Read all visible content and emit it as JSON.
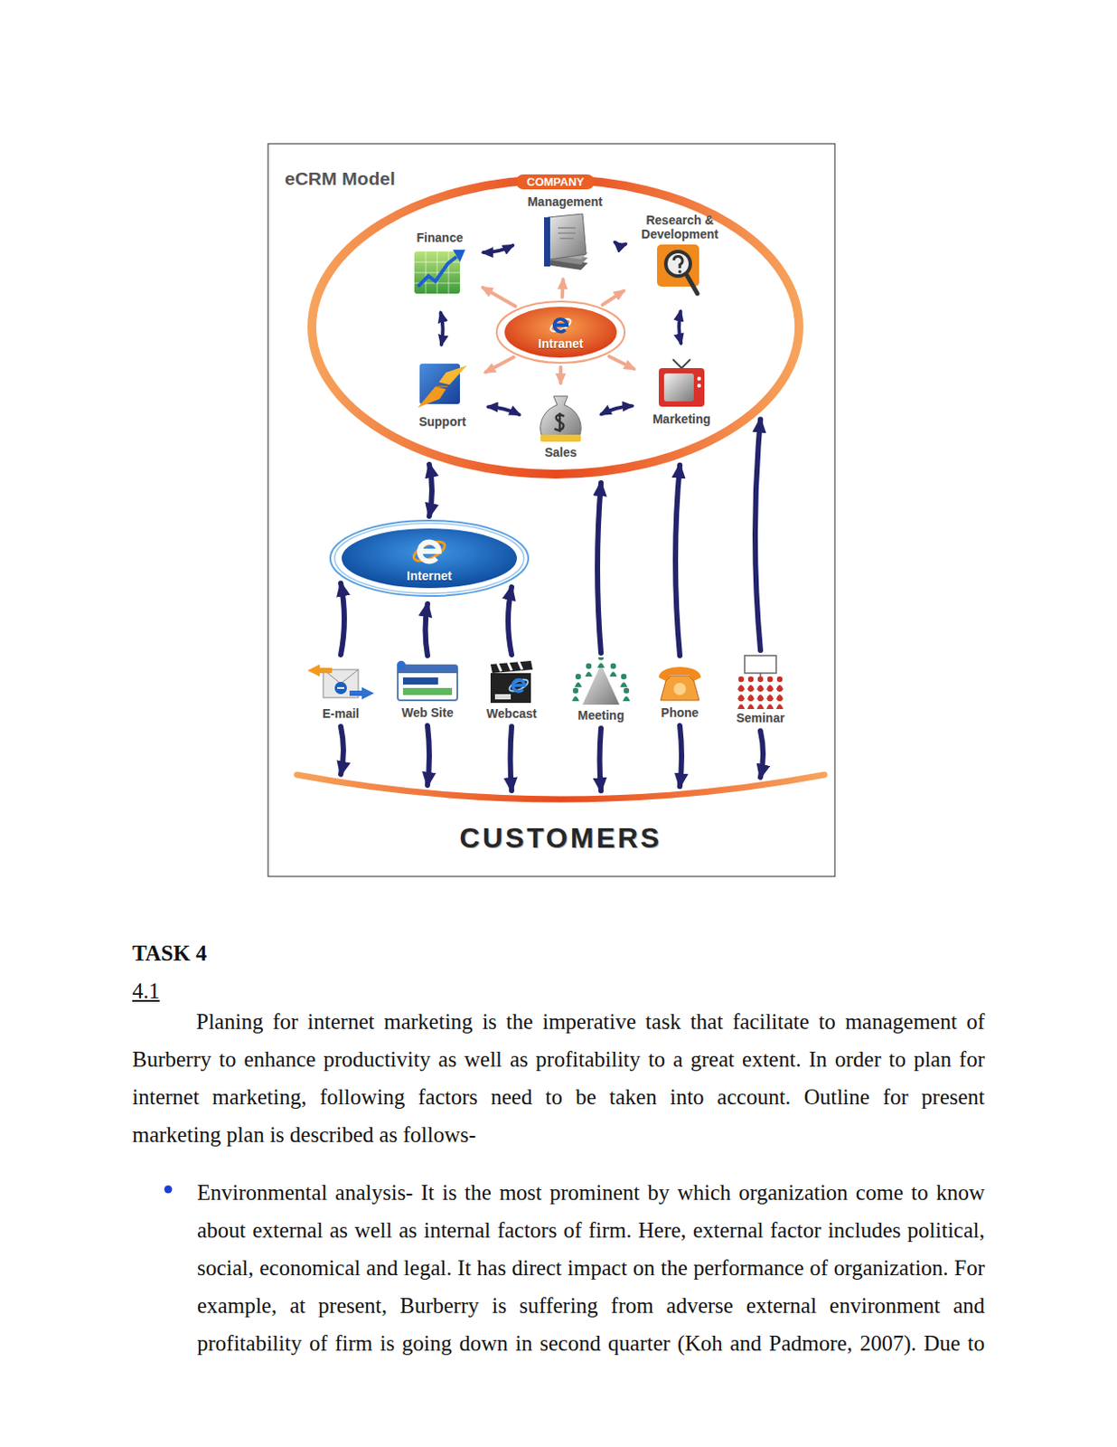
{
  "diagram": {
    "title": "eCRM Model",
    "nodes": [
      {
        "text": [
          "COMPANY"
        ]
      },
      {
        "text": [
          "Management"
        ],
        "in": 0
      },
      {
        "text": [
          "Research & Development"
        ],
        "in": 0
      },
      {
        "text": [
          "Finance"
        ],
        "in": 0
      },
      {
        "text": [
          "Intranet"
        ],
        "in": 0
      },
      {
        "text": [
          "Support"
        ],
        "in": 0
      },
      {
        "text": [
          "Sales"
        ],
        "in": 0
      },
      {
        "text": [
          "Marketing"
        ],
        "in": 0
      },
      {
        "text": [
          "Internet"
        ]
      },
      {
        "text": [
          "E-mail"
        ]
      },
      {
        "text": [
          "Web Site"
        ]
      },
      {
        "text": [
          "Webcast"
        ]
      },
      {
        "text": [
          "Meeting"
        ]
      },
      {
        "text": [
          "Phone"
        ]
      },
      {
        "text": [
          "Seminar"
        ]
      },
      {
        "text": [
          "CUSTOMERS"
        ]
      }
    ],
    "edges": [
      {
        "from": 3,
        "to": 1,
        "arrow": "both"
      },
      {
        "from": 1,
        "to": 2,
        "arrow": "both"
      },
      {
        "from": 2,
        "to": 7,
        "arrow": "both"
      },
      {
        "from": 7,
        "to": 6,
        "arrow": "both"
      },
      {
        "from": 6,
        "to": 5,
        "arrow": "both"
      },
      {
        "from": 5,
        "to": 3,
        "arrow": "both"
      },
      {
        "from": 4,
        "to": 1,
        "arrow": "to"
      },
      {
        "from": 4,
        "to": 2,
        "arrow": "to"
      },
      {
        "from": 4,
        "to": 7,
        "arrow": "to"
      },
      {
        "from": 4,
        "to": 6,
        "arrow": "to"
      },
      {
        "from": 4,
        "to": 5,
        "arrow": "to"
      },
      {
        "from": 4,
        "to": 3,
        "arrow": "to"
      },
      {
        "from": 8,
        "to": 0,
        "arrow": "both"
      },
      {
        "from": 9,
        "to": 8,
        "arrow": "to"
      },
      {
        "from": 10,
        "to": 8,
        "arrow": "to"
      },
      {
        "from": 11,
        "to": 8,
        "arrow": "to"
      },
      {
        "from": 12,
        "to": 0,
        "arrow": "to"
      },
      {
        "from": 13,
        "to": 0,
        "arrow": "to"
      },
      {
        "from": 14,
        "to": 0,
        "arrow": "to"
      },
      {
        "from": 9,
        "to": 15,
        "arrow": "to"
      },
      {
        "from": 10,
        "to": 15,
        "arrow": "to"
      },
      {
        "from": 11,
        "to": 15,
        "arrow": "to"
      },
      {
        "from": 12,
        "to": 15,
        "arrow": "to"
      },
      {
        "from": 13,
        "to": 15,
        "arrow": "to"
      },
      {
        "from": 14,
        "to": 15,
        "arrow": "to"
      }
    ],
    "labels": [
      "TASK 4",
      "4.1",
      "Planing for internet marketing is the imperative task that facilitate to management of Burberry to enhance productivity as well as profitability to a great extent. In order to plan for internet marketing, following factors need to be taken into account. Outline for present marketing plan is described as follows-",
      "Environmental analysis- It is the most prominent by which organization come to know about external as well as internal factors of firm. Here, external factor includes political, social, economical and legal. It has direct impact on the performance of organization. For example, at present, Burberry is suffering from adverse external environment and profitability of firm is going down in second quarter (Koh  and Padmore,  2007).  Due to"
    ]
  }
}
